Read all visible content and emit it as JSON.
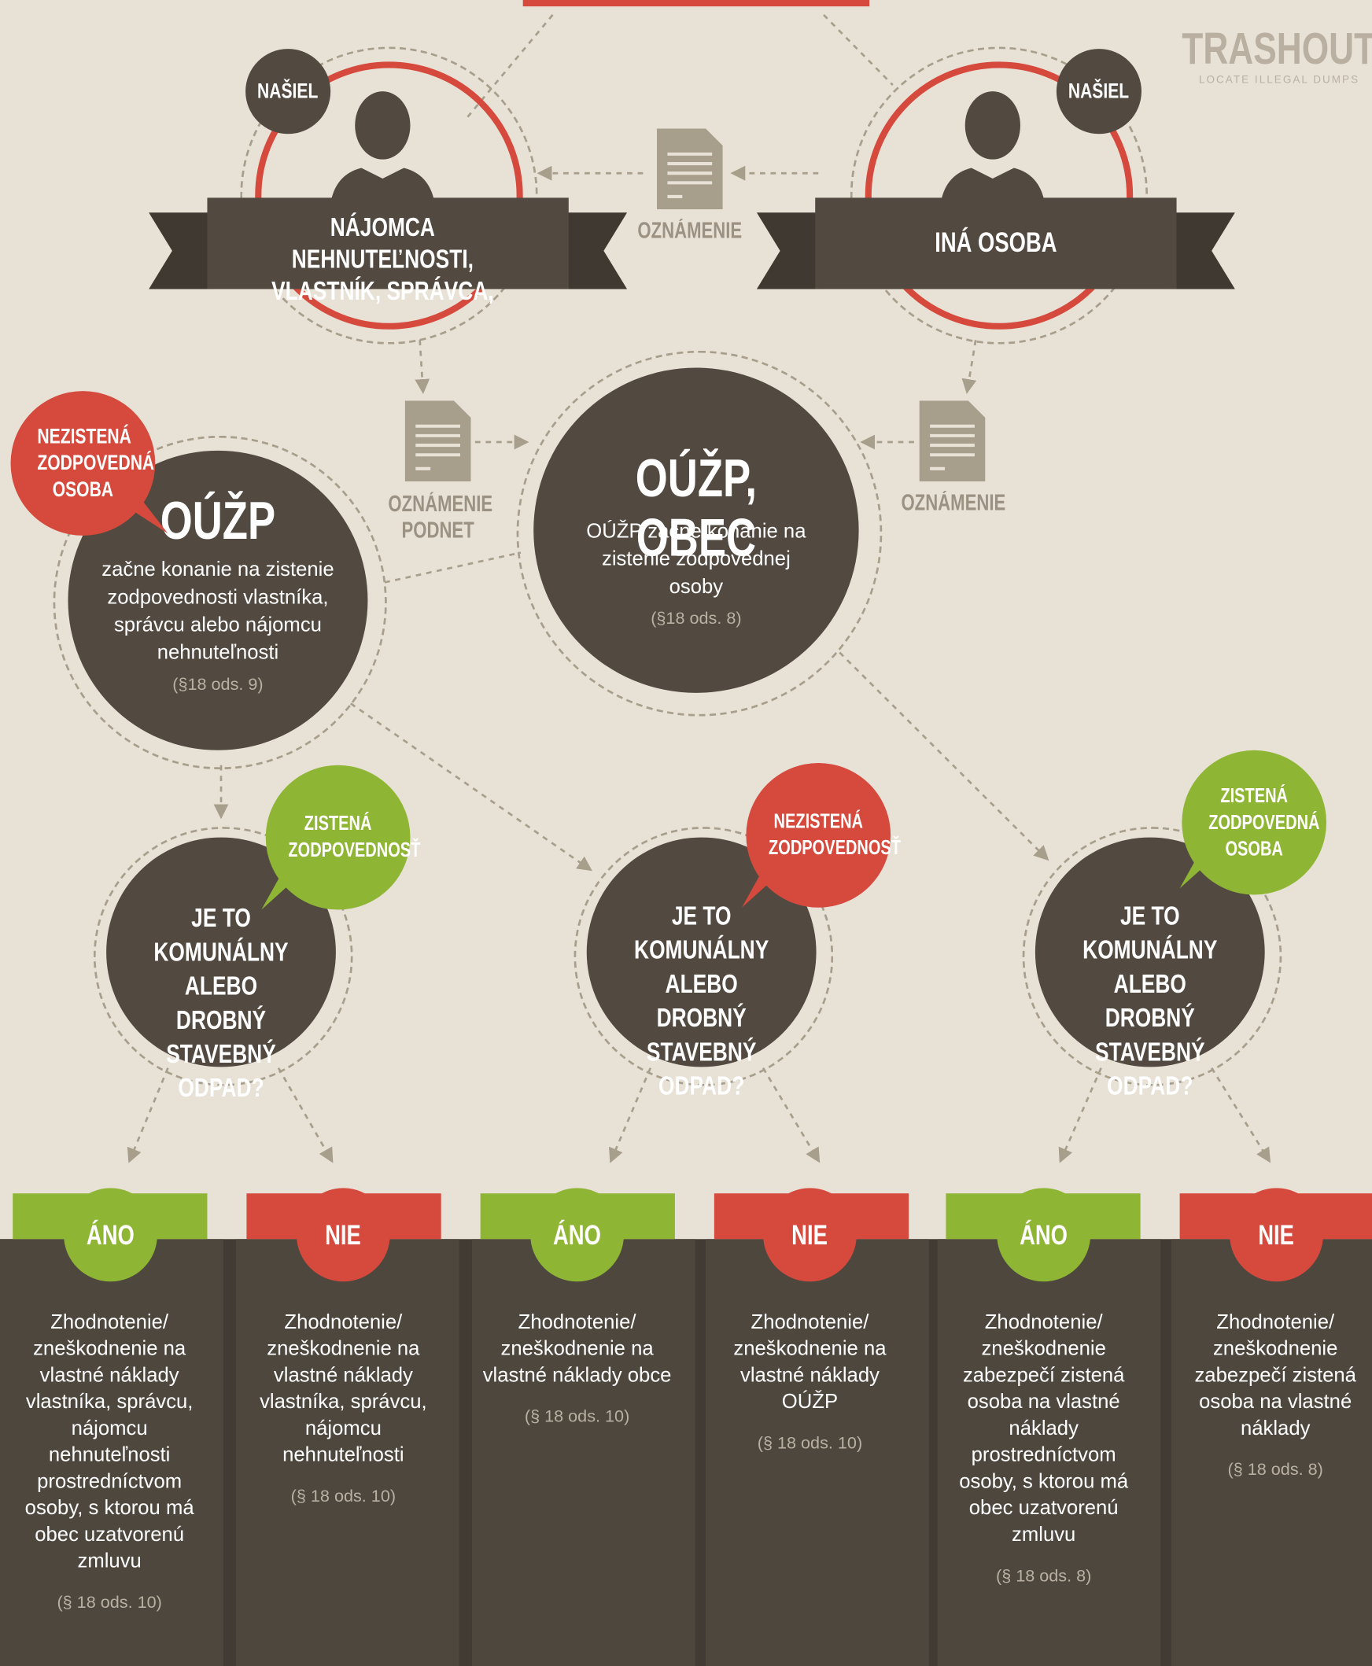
{
  "logo": {
    "name": "TRASHOUT",
    "tagline": "LOCATE ILLEGAL DUMPS"
  },
  "colors": {
    "background": "#e8e1d6",
    "dark": "#524a40",
    "red": "#d64a3d",
    "green": "#8fb534",
    "muted": "#a89e8c"
  },
  "top": {
    "person_left": {
      "badge": "NAŠIEL",
      "ribbon": "NÁJOMCA NEHNUTEĽNOSTI, VLASTNÍK, SPRÁVCA,"
    },
    "person_right": {
      "badge": "NAŠIEL",
      "ribbon": "INÁ OSOBA"
    },
    "doc_middle_label": "OZNÁMENIE"
  },
  "middle": {
    "doc_left_label": "OZNÁMENIE PODNET",
    "doc_right_label": "OZNÁMENIE",
    "left_node": {
      "badge": "NEZISTENÁ ZODPOVEDNÁ OSOBA",
      "title": "OÚŽP",
      "text": "začne konanie na zistenie zodpovednosti vlastníka, správcu alebo nájomcu nehnuteľnosti",
      "ref": "(§18 ods. 9)"
    },
    "center_node": {
      "title": "OÚŽP, OBEC",
      "text": "OÚŽP začne konanie na zistenie zodpovednej osoby",
      "ref": "(§18 ods. 8)"
    }
  },
  "questions": [
    {
      "badge": "ZISTENÁ ZODPOVEDNOSŤ",
      "text": "JE TO KOMUNÁLNY ALEBO DROBNÝ STAVEBNÝ ODPAD?"
    },
    {
      "badge": "NEZISTENÁ ZODPOVEDNOSŤ",
      "text": "JE TO KOMUNÁLNY ALEBO DROBNÝ STAVEBNÝ ODPAD?"
    },
    {
      "badge": "ZISTENÁ ZODPOVEDNÁ OSOBA",
      "text": "JE TO KOMUNÁLNY ALEBO DROBNÝ STAVEBNÝ ODPAD?"
    }
  ],
  "outcomes": [
    {
      "label": "ÁNO",
      "text": "Zhodnotenie/ zneškodnenie na vlastné náklady vlastníka, správcu, nájomcu nehnuteľnosti prostredníctvom osoby, s ktorou má obec uzatvorenú zmluvu",
      "ref": "(§ 18 ods. 10)"
    },
    {
      "label": "NIE",
      "text": "Zhodnotenie/ zneškodnenie na vlastné náklady vlastníka, správcu, nájomcu nehnuteľnosti",
      "ref": "(§ 18 ods. 10)"
    },
    {
      "label": "ÁNO",
      "text": "Zhodnotenie/ zneškodnenie na vlastné náklady obce",
      "ref": "(§ 18 ods. 10)"
    },
    {
      "label": "NIE",
      "text": "Zhodnotenie/ zneškodnenie na vlastné náklady OÚŽP",
      "ref": "(§ 18 ods. 10)"
    },
    {
      "label": "ÁNO",
      "text": "Zhodnotenie/ zneškodnenie zabezpečí zistená osoba na vlastné náklady prostredníctvom osoby, s ktorou má obec uzatvorenú zmluvu",
      "ref": "(§ 18 ods. 8)"
    },
    {
      "label": "NIE",
      "text": "Zhodnotenie/ zneškodnenie zabezpečí zistená osoba na vlastné náklady",
      "ref": "(§ 18 ods. 8)"
    }
  ]
}
